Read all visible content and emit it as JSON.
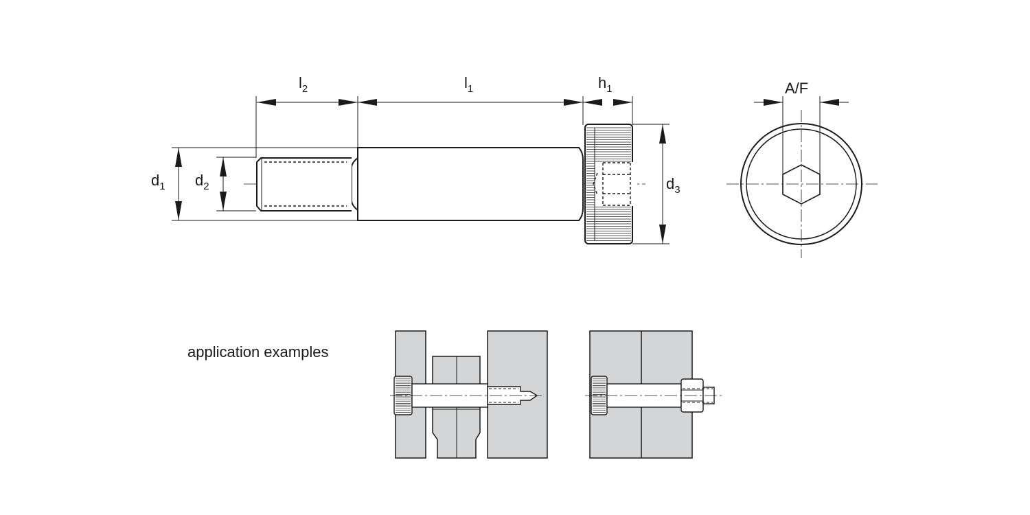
{
  "labels": {
    "l2": "l",
    "l2_sub": "2",
    "l1": "l",
    "l1_sub": "1",
    "h1": "h",
    "h1_sub": "1",
    "d1": "d",
    "d1_sub": "1",
    "d2": "d",
    "d2_sub": "2",
    "d3": "d",
    "d3_sub": "3",
    "af": "A/F"
  },
  "caption": "application examples",
  "colors": {
    "line": "#1a1a1a",
    "plate_fill": "#d4d5d7",
    "background": "#ffffff"
  }
}
